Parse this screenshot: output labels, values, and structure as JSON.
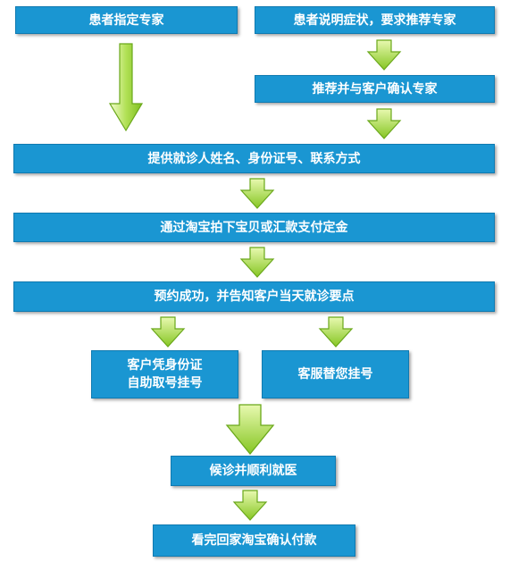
{
  "steps": {
    "patient_specify_expert": "患者指定专家",
    "patient_describe_symptoms": "患者说明症状，要求推荐专家",
    "recommend_confirm_expert": "推荐并与客户确认专家",
    "provide_patient_info": "提供就诊人姓名、身份证号、联系方式",
    "pay_deposit": "通过淘宝拍下宝贝或汇款支付定金",
    "booking_success": "预约成功，并告知客户当天就诊要点",
    "self_register": [
      "客户凭身份证",
      "自助取号挂号"
    ],
    "service_register": "客服替您挂号",
    "wait_for_visit": "候诊并顺利就医",
    "confirm_payment": "看完回家淘宝确认付款"
  },
  "colors": {
    "box_fill": "#1a96d2",
    "box_border": "#0f7ab1",
    "box_text": "#ffffff",
    "arrow_fill_top": "#e8f9b0",
    "arrow_fill_bottom": "#86c623",
    "arrow_stroke": "#6aa81a"
  },
  "icons": {
    "flow_arrow": "down-arrow-icon"
  }
}
